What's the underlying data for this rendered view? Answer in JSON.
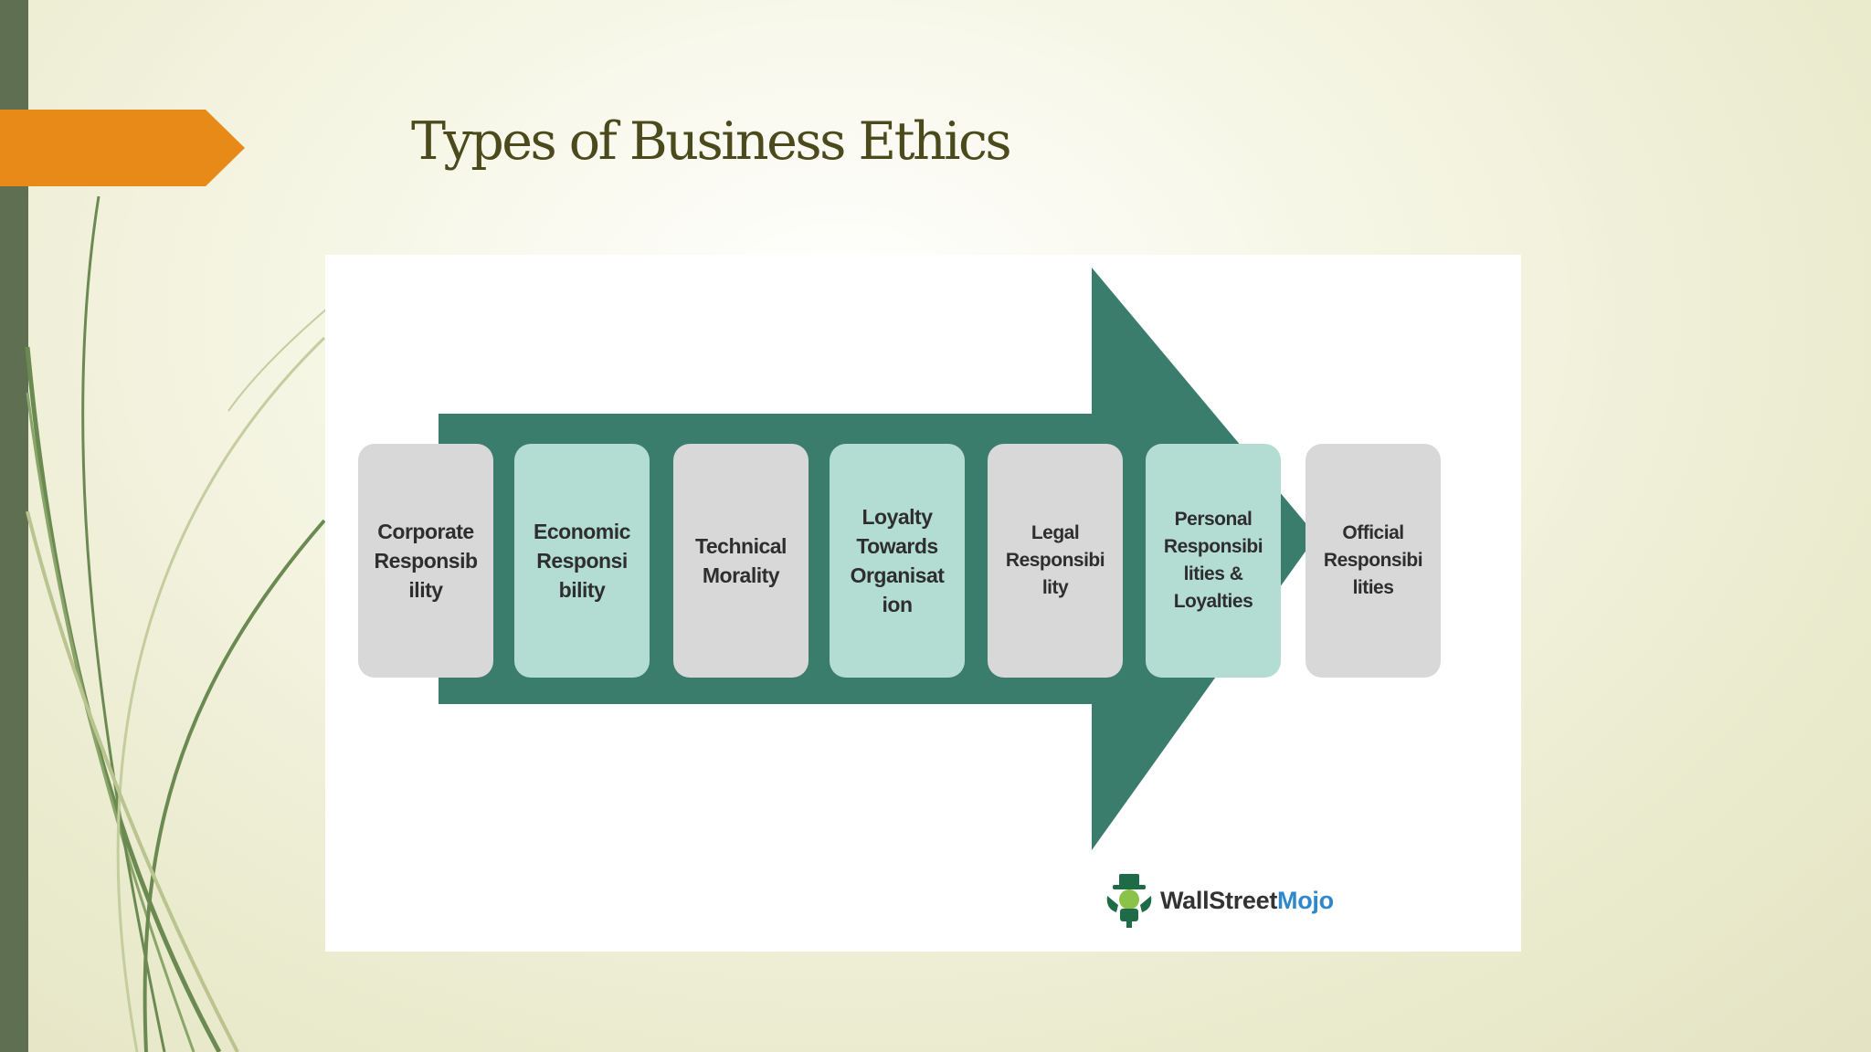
{
  "slide": {
    "title": "Types of Business Ethics"
  },
  "colors": {
    "accent_orange": "#e88a17",
    "side_bar": "#5f7052",
    "arrow_green": "#3b7d6d",
    "box_grey": "#d8d8d8",
    "box_teal": "#b3ddd3",
    "title_text": "#4b4a1c"
  },
  "diagram": {
    "steps": [
      {
        "label": "Corporate\nResponsib\nility",
        "style": "grey"
      },
      {
        "label": "Economic\nResponsi\nbility",
        "style": "teal"
      },
      {
        "label": "Technical\nMorality",
        "style": "grey"
      },
      {
        "label": "Loyalty\nTowards\nOrganisat\nion",
        "style": "teal"
      },
      {
        "label": "Legal\nResponsibi\nlity",
        "style": "grey"
      },
      {
        "label": "Personal\nResponsibi\nlities &\nLoyalties",
        "style": "teal"
      },
      {
        "label": "Official\nResponsibi\nlities",
        "style": "grey"
      }
    ],
    "logo": {
      "icon": "wallstreetmojo-mascot-icon",
      "text_main": "WallStreet",
      "text_accent": "Mojo"
    }
  }
}
